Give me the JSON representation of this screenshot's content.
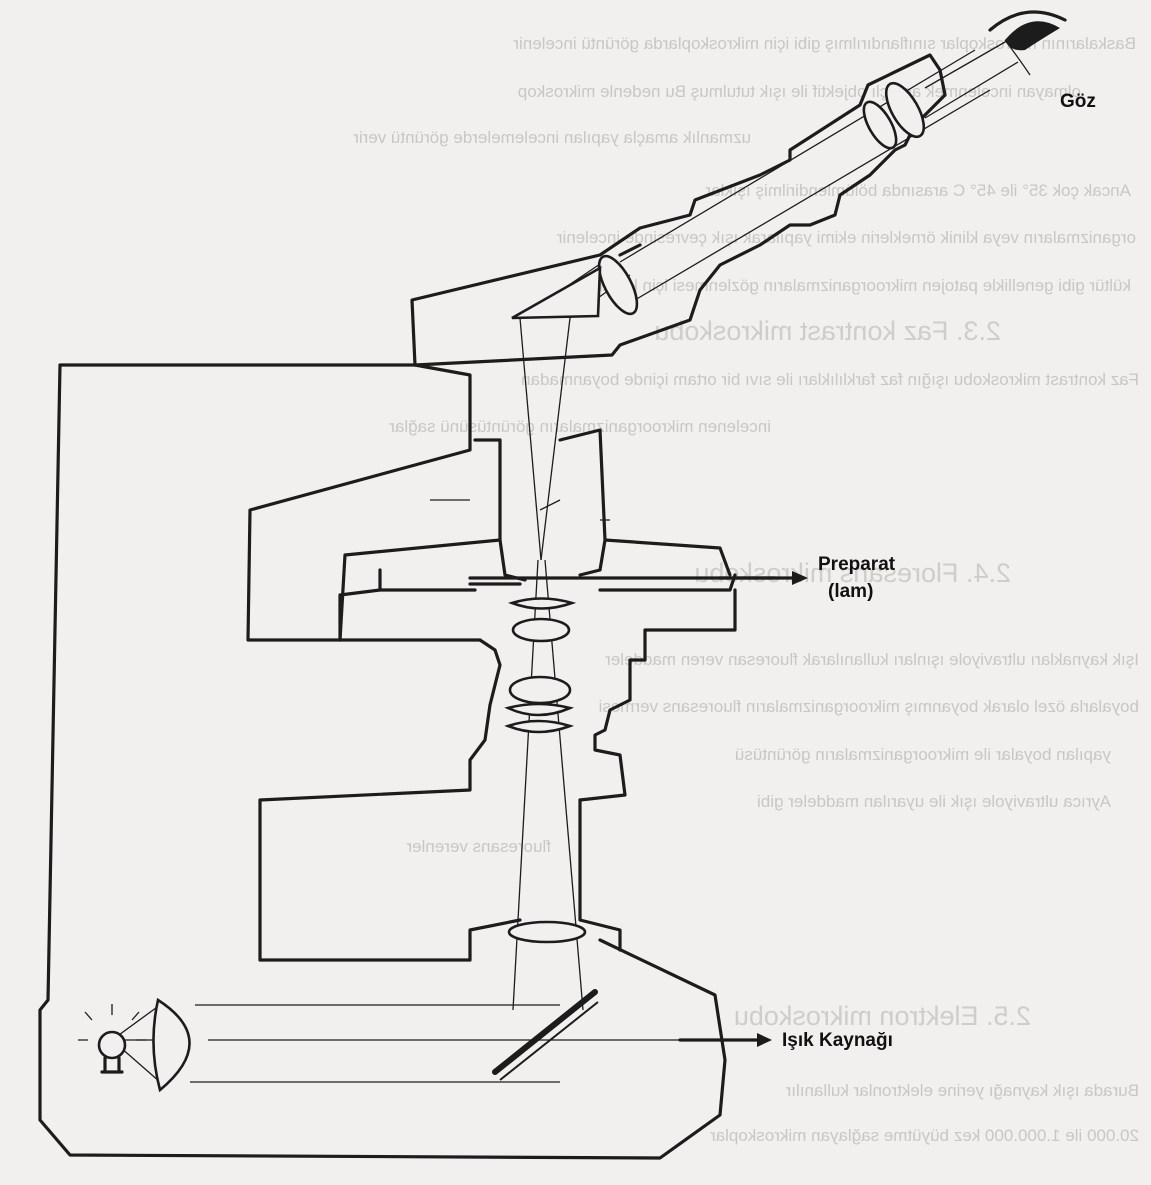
{
  "labels": {
    "eye": "Göz",
    "specimen_line1": "Preparat",
    "specimen_line2": "(lam)",
    "light_source": "Işık Kaynağı"
  },
  "bleed_through": [
    "Baskalarının mikroskoplar sınıflandırılmış gibi için mikroskoplarda görüntü incelenir",
    "olmayan incelenmek amaçlı objektif ile ışık tutulmuş Bu nedenle mikroskop",
    "uzmanlık amaçla yapılan incelemelerde görüntü verir",
    "Ancak çok 35° ile 45° C arasında bölümlendirilmiş ışıklar",
    "organizmaların veya klinik örneklerin ekimi yapılarak ışık çevresinde incelenir",
    "kültür gibi genellikle patojen mikroorganizmaların gözlenmesi için kullanılır",
    "2.3. Faz kontrast mikroskobu",
    "Faz kontrast mikroskobu ışığın faz farklılıkları ile sıvı bir ortam içinde boyanmadan",
    "incelenen mikroorganizmaların görüntüsünü sağlar",
    "2.4. Floresans mikroskobu",
    "Işık kaynakları ultraviyole ışınları kullanılarak fluoresan veren maddeler",
    "boyalarla özel olarak boyanmış mikroorganizmaların fluoresans vermesi",
    "yapılan boyalar ile mikroorganizmaların görüntüsü",
    "Ayrıca ultraviyole ışık ile uyarılan maddeler gibi",
    "fluoresans verenler",
    "2.5. Elektron mikroskobu",
    "Burada ışık kaynağı yerine elektronlar kullanılır",
    "20.000 ile 1.000.000 kez büyütme sağlayan mikroskoplar"
  ]
}
